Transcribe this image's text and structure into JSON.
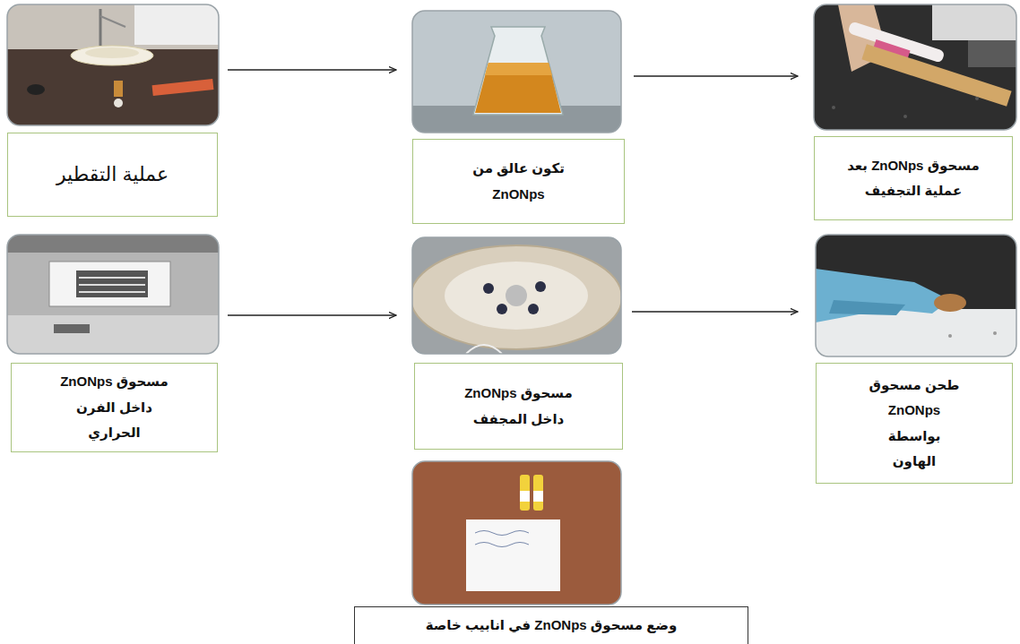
{
  "diagram": {
    "nodes": [
      {
        "text": [
          "عملية التقطير"
        ]
      },
      {
        "text": [
          "تكون عالق من ZnONps"
        ]
      },
      {
        "text": [
          "مسحوق ZnONps بعد عملية التجفيف"
        ]
      },
      {
        "text": [
          "مسحوق ZnONps داخل الفرن الحراري"
        ]
      },
      {
        "text": [
          "مسحوق ZnONps داخل المجفف"
        ]
      },
      {
        "text": [
          "طحن مسحوق ZnONps بواسطة الهاون"
        ]
      },
      {
        "text": [
          "وضع مسحوق ZnONps في انابيب خاصة"
        ]
      }
    ],
    "edges": [
      {
        "from": 0,
        "to": 1,
        "arrow": "to"
      },
      {
        "from": 1,
        "to": 2,
        "arrow": "to"
      },
      {
        "from": 3,
        "to": 4,
        "arrow": "to"
      },
      {
        "from": 4,
        "to": 5,
        "arrow": "to"
      }
    ]
  }
}
